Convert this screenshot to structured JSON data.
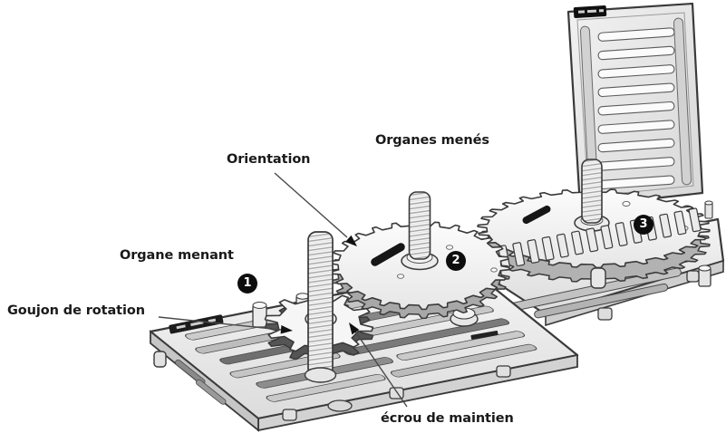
{
  "labels": {
    "orientation": "Orientation",
    "organes_menes": "Organes menés",
    "organe_menant": "Organe menant",
    "goujon_de_rotation": "Goujon de rotation",
    "ecrou_de_maintien": "écrou de maintien"
  },
  "badges": [
    {
      "label": "1"
    },
    {
      "label": "2"
    },
    {
      "label": "3"
    }
  ],
  "colors": {
    "background": "#ffffff",
    "outline": "#3a3a3a",
    "label_text": "#1a1a1a",
    "badge_background": "#0d0d0d",
    "badge_text": "#ffffff",
    "part_light": "#f4f4f4",
    "part_mid": "#d9d9d9",
    "slot_dark": "#6f6f6f",
    "mark_black": "#161616"
  }
}
